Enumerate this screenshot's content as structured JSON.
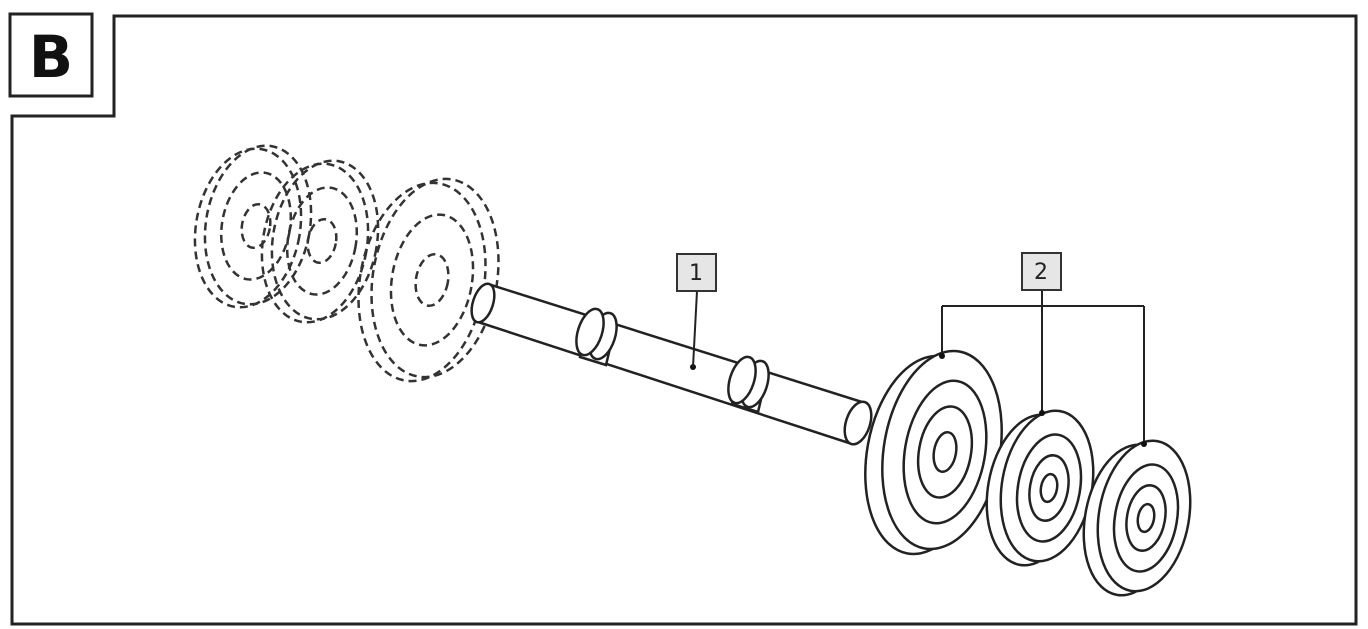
{
  "section": {
    "letter": "B"
  },
  "callouts": [
    {
      "id": "1"
    },
    {
      "id": "2"
    }
  ]
}
